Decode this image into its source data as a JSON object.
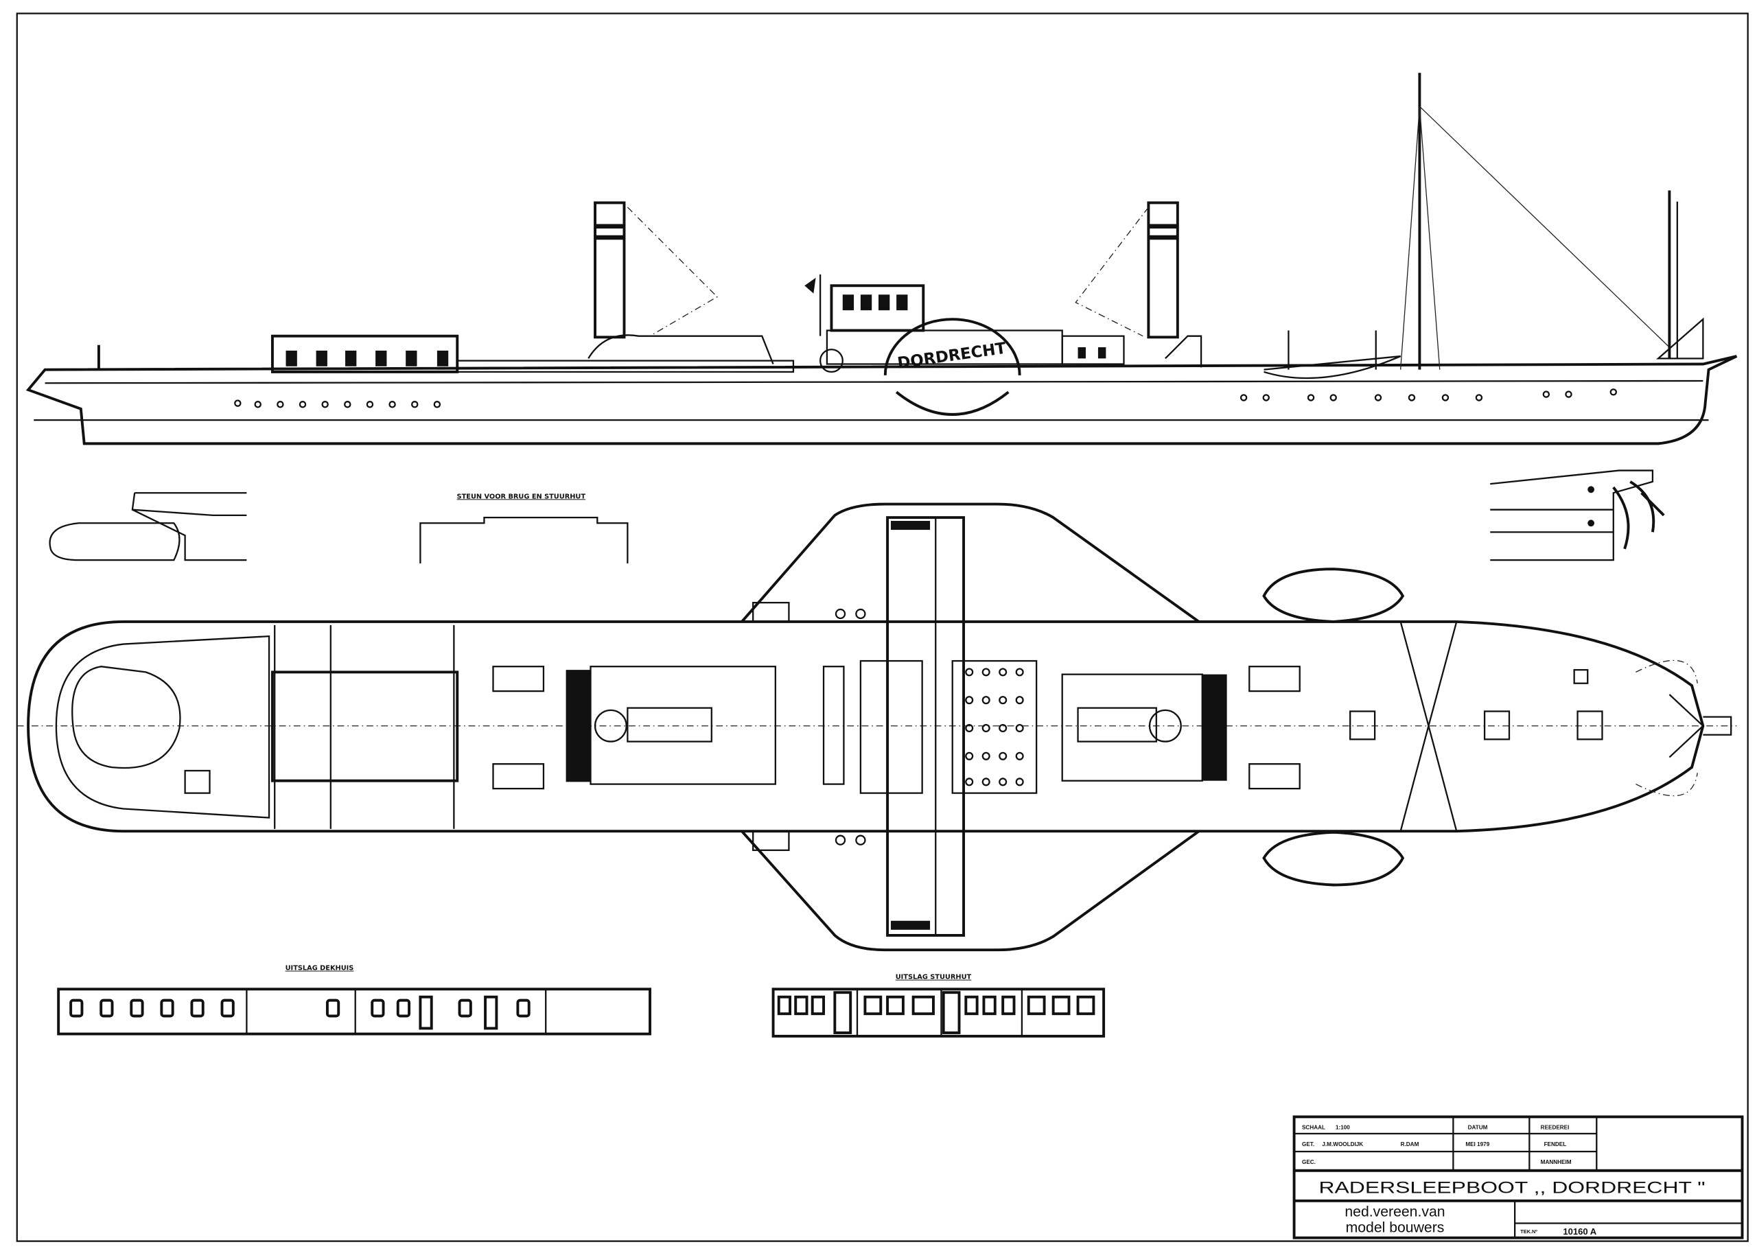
{
  "drawing": {
    "paddle_box_name": "DORDRECHT",
    "labels": {
      "support_detail": "STEUN VOOR BRUG EN STUURHUT",
      "deckhouse_elevation": "UITSLAG DEKHUIS",
      "wheelhouse_elevation": "UITSLAG STUURHUT"
    }
  },
  "title_block": {
    "scale_label": "SCHAAL",
    "scale_value": "1:100",
    "drawn_label": "GET.",
    "drawn_by": "J.M.WOOLDIJK",
    "drawn_by_2": "R.DAM",
    "checked_label": "GEC.",
    "date_label": "DATUM",
    "date_value": "MEI 1979",
    "owner_label": "REEDEREI",
    "owner_name": "FENDEL",
    "owner_city": "MANNHEIM",
    "title": "RADERSLEEPBOOT  ,, DORDRECHT \"",
    "org_line1": "ned.vereen.van",
    "org_line2": "model bouwers",
    "drawing_no_label": "TEK.Nº",
    "drawing_no": "10160 A"
  }
}
